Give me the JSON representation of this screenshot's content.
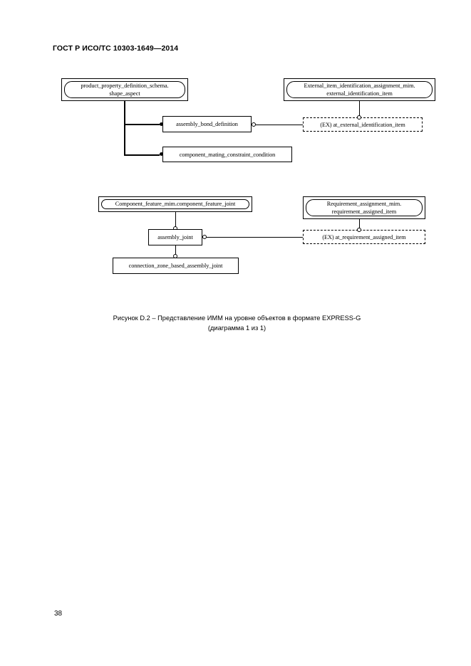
{
  "document": {
    "header": "ГОСТ Р ИСО/ТС 10303-1649—2014",
    "page_number": "38"
  },
  "figure": {
    "caption_line1": "Рисунок  D.2 – Представление ИММ на уровне объектов в формате EXPRESS-G",
    "caption_line2": "(диаграмма 1 из 1)",
    "diagram_type": "EXPRESS-G",
    "nodes": {
      "product_property_schema": {
        "line1": "product_property_definition_schema.",
        "line2": "shape_aspect",
        "kind": "schema-box"
      },
      "external_item_schema": {
        "line1": "External_item_identification_assignment_mim.",
        "line2": "external_identification_item",
        "kind": "schema-box"
      },
      "assembly_bond_definition": {
        "label": "assembly_bond_definition",
        "kind": "entity-box"
      },
      "component_mating_constraint_condition": {
        "label": "component_mating_constraint_condition",
        "kind": "entity-box"
      },
      "at_external_identification_item": {
        "label": "(EX) at_external_identification_item",
        "kind": "dashed-box"
      },
      "component_feature_schema": {
        "line1": "Component_feature_mim.component_feature_joint",
        "kind": "schema-box"
      },
      "requirement_assignment_schema": {
        "line1": "Requirement_assignment_mim.",
        "line2": "requirement_assigned_item",
        "kind": "schema-box"
      },
      "assembly_joint": {
        "label": "assembly_joint",
        "kind": "entity-box"
      },
      "connection_zone_based_assembly_joint": {
        "label": "connection_zone_based_assembly_joint",
        "kind": "entity-box"
      },
      "at_requirement_assigned_item": {
        "label": "(EX) at_requirement_assigned_item",
        "kind": "dashed-box"
      }
    }
  },
  "colors": {
    "ink": "#000000",
    "paper": "#ffffff"
  }
}
